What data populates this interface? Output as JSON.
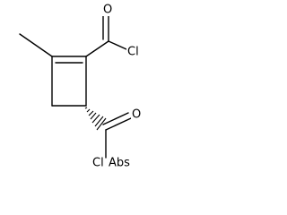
{
  "molecule": {
    "atoms": {
      "carbonyl_o_top": "O",
      "acyl_cl_top": "Cl",
      "carbonyl_o_bottom": "O",
      "acyl_cl_bottom": "Cl",
      "abs_label": "Abs"
    },
    "colors": {
      "bond": "#000000",
      "background": "#ffffff"
    }
  }
}
